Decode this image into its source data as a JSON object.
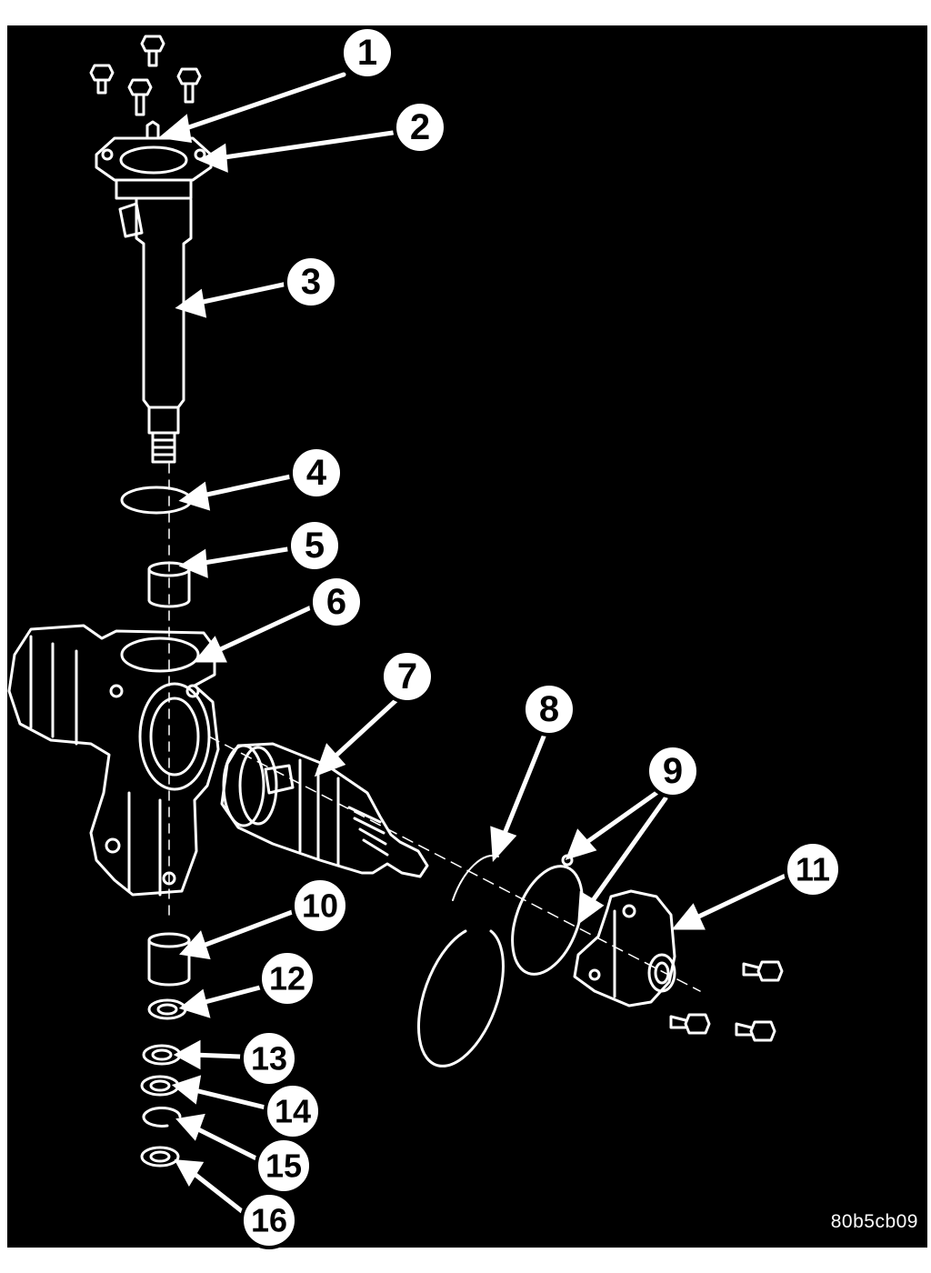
{
  "figure": {
    "code": "80b5cb09",
    "background_color": "#000000",
    "line_color": "#ffffff",
    "border_color": "#ffffff"
  },
  "callouts": [
    {
      "label": "1"
    },
    {
      "label": "2"
    },
    {
      "label": "3"
    },
    {
      "label": "4"
    },
    {
      "label": "5"
    },
    {
      "label": "6"
    },
    {
      "label": "7"
    },
    {
      "label": "8"
    },
    {
      "label": "9"
    },
    {
      "label": "10"
    },
    {
      "label": "11"
    },
    {
      "label": "12"
    },
    {
      "label": "13"
    },
    {
      "label": "14"
    },
    {
      "label": "15"
    },
    {
      "label": "16"
    }
  ]
}
